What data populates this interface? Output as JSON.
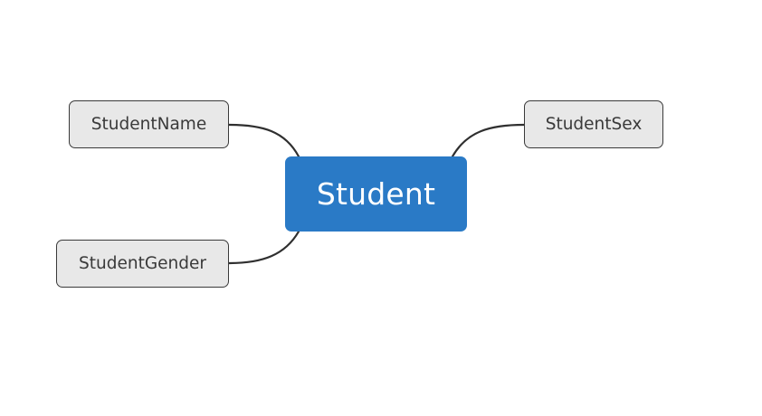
{
  "mind_map": {
    "central_topic": {
      "label": "Student"
    },
    "subtopics": [
      {
        "label": "StudentName"
      },
      {
        "label": "StudentGender"
      },
      {
        "label": "StudentSex"
      }
    ]
  },
  "colors": {
    "central_fill": "#2a7ac6",
    "subtopic_fill": "#e8e8e8",
    "subtopic_border": "#3a3a3a",
    "connector": "#2f2f2f",
    "text_dark": "#3a3a3a",
    "text_light": "#ffffff",
    "background": "#ffffff"
  }
}
